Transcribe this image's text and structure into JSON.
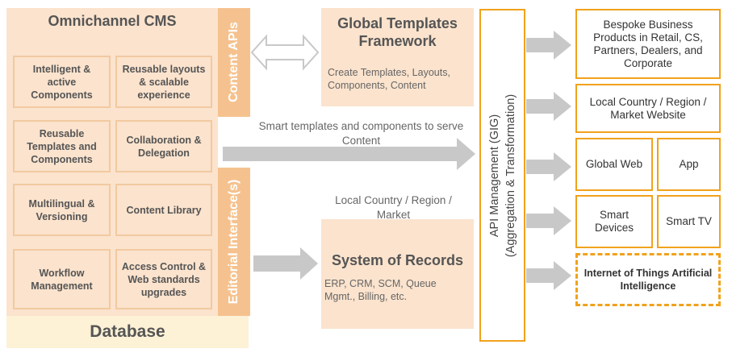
{
  "cms": {
    "title": "Omnichannel CMS",
    "components": [
      "Intelligent & active Components",
      "Reusable layouts & scalable experience",
      "Reusable Templates and Components",
      "Collaboration & Delegation",
      "Multilingual & Versioning",
      "Content Library",
      "Workflow Management",
      "Access Control & Web standards upgrades"
    ],
    "content_apis": "Content APIs",
    "editorial_interfaces": "Editorial Interface(s)",
    "database": "Database"
  },
  "templates": {
    "title": "Global Templates Framework",
    "text": "Create Templates, Layouts, Components, Content"
  },
  "smart_caption": "Smart templates and components to serve Content",
  "local_caption": "Local Country / Region / Market",
  "records": {
    "title": "System of Records",
    "text": "ERP, CRM, SCM, Queue Mgmt., Billing, etc."
  },
  "api": {
    "line1": "API Management  (GIG)",
    "line2": "(Aggregation & Transformation)"
  },
  "outputs": {
    "bespoke": "Bespoke Business Products in Retail, CS, Partners, Dealers, and Corporate",
    "local_site": "Local Country / Region / Market  Website",
    "global_web": "Global Web",
    "app": "App",
    "smart_devices": "Smart Devices",
    "smart_tv": "Smart TV",
    "iot": "Internet of Things Artificial Intelligence"
  },
  "colors": {
    "accent_orange": "#f0a21c",
    "panel_peach": "#fbe3cd",
    "bar_orange": "#f5c28f",
    "database_cream": "#fdf1d6",
    "arrow_gray": "#c8c8c8"
  }
}
